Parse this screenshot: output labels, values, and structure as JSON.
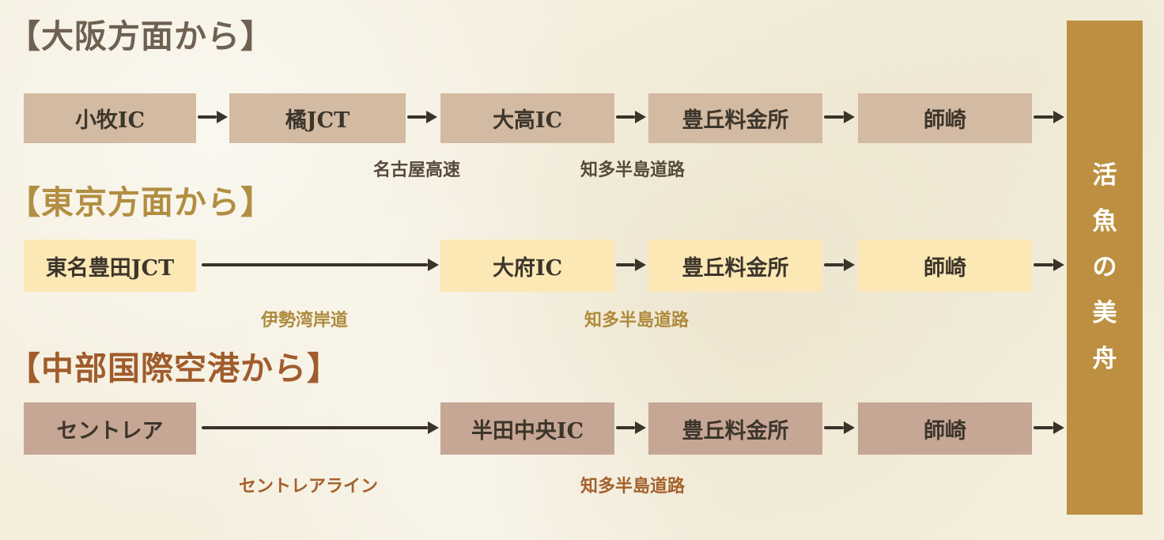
{
  "destination": {
    "name": "活魚の美舟",
    "chars": [
      "活",
      "魚",
      "の",
      "美",
      "舟"
    ]
  },
  "routes": [
    {
      "heading": "【大阪方面から】",
      "stops": [
        "小牧IC",
        "橘JCT",
        "大高IC",
        "豊丘料金所",
        "師崎"
      ],
      "road_labels": [
        "名古屋高速",
        "知多半島道路"
      ]
    },
    {
      "heading": "【東京方面から】",
      "stops": [
        "東名豊田JCT",
        "大府IC",
        "豊丘料金所",
        "師崎"
      ],
      "road_labels": [
        "伊勢湾岸道",
        "知多半島道路"
      ]
    },
    {
      "heading": "【中部国際空港から】",
      "stops": [
        "セントレア",
        "半田中央IC",
        "豊丘料金所",
        "師崎"
      ],
      "road_labels": [
        "セントレアライン",
        "知多半島道路"
      ]
    }
  ],
  "colors": {
    "background": "#f4eedd",
    "route1_box": "#d3baa2",
    "route2_box": "#fce8b5",
    "route3_box": "#c6a695",
    "route1_heading": "#6f6151",
    "route2_heading": "#b28e42",
    "route3_heading": "#a05c2c",
    "route1_label": "#57493b",
    "route2_label": "#ae8a3c",
    "route3_label": "#a4612b",
    "arrow": "#3a332a",
    "box_text": "#3c352b",
    "banner": "#bd9041",
    "banner_text": "#ffffff"
  }
}
